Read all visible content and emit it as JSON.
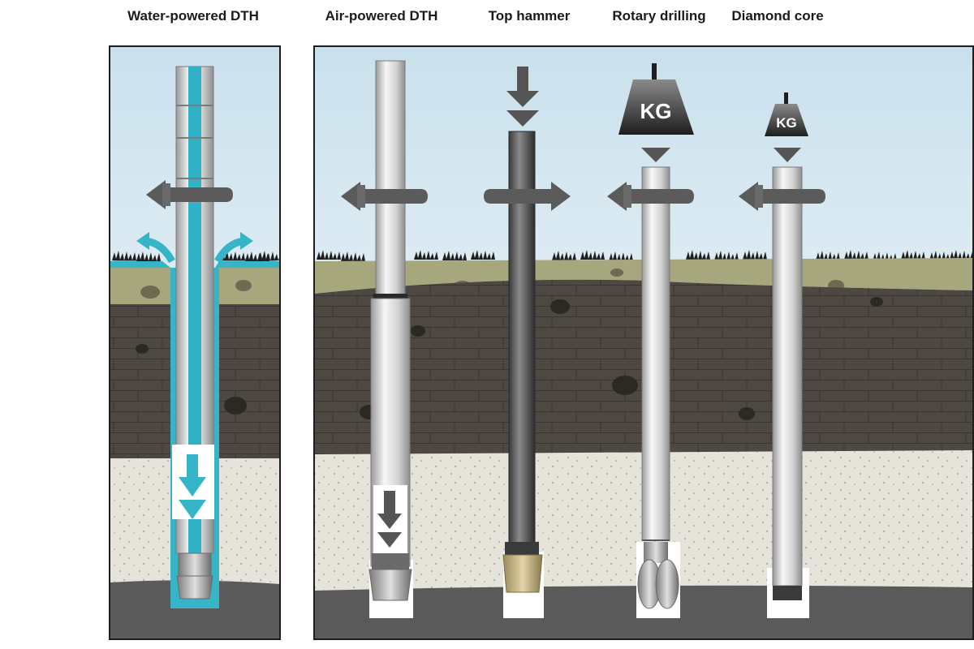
{
  "titles": {
    "water_dth": "Water-powered DTH",
    "air_dth": "Air-powered DTH",
    "top_hammer": "Top hammer",
    "rotary": "Rotary drilling",
    "diamond": "Diamond core"
  },
  "weights": {
    "rotary_label": "KG",
    "diamond_label": "KG"
  },
  "colors": {
    "sky_top": "#cfe3ee",
    "water": "#36b5c9",
    "topsoil": "#a7a77e",
    "clay": "#4e4842",
    "sand": "#e6e3da",
    "bedrock": "#5a5a5a",
    "arrow": "#5b5b5b"
  }
}
